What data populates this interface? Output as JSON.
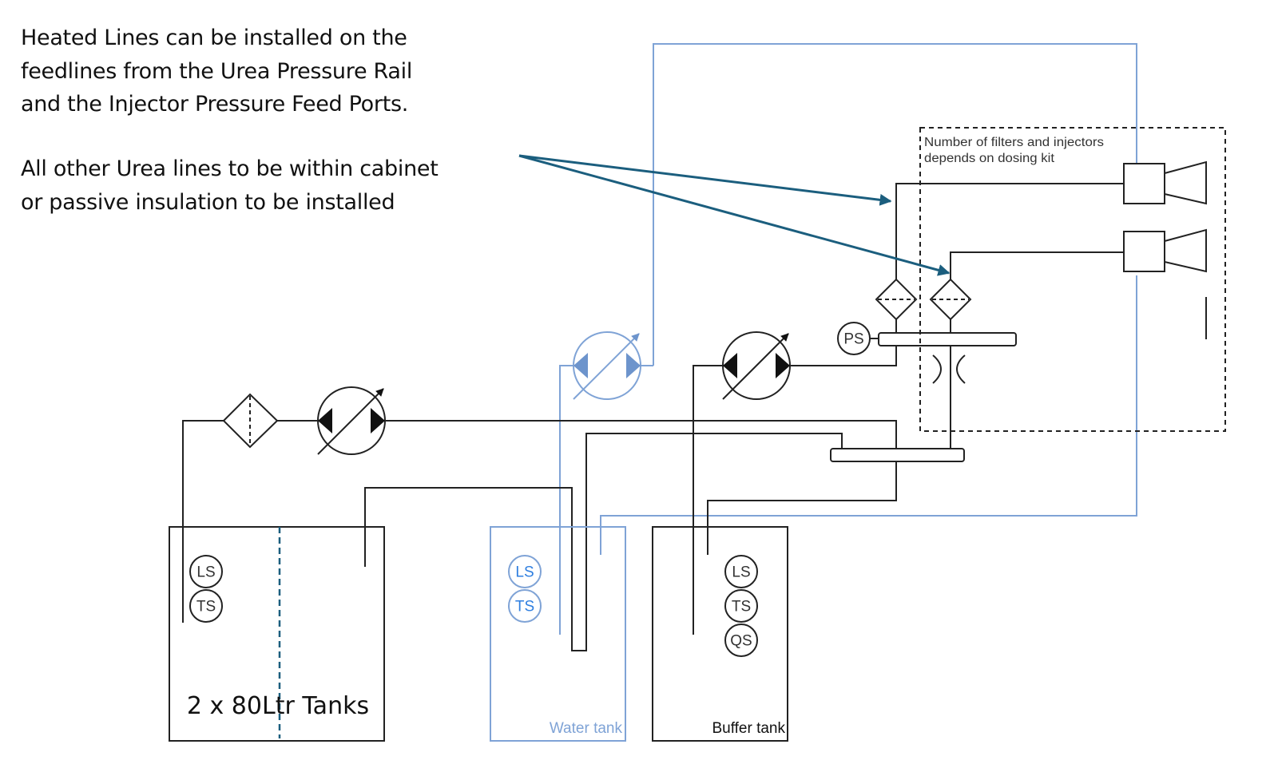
{
  "notes": {
    "heated_lines": [
      "Heated Lines can be installed on the",
      "feedlines from the Urea Pressure Rail",
      "and the Injector Pressure Feed Ports."
    ],
    "insulation": [
      "All other Urea lines to be within cabinet",
      "or passive insulation to be installed"
    ]
  },
  "dosing_kit": {
    "note_line1": "Number of filters and injectors",
    "note_line2": "depends on dosing kit"
  },
  "sensors": {
    "pressure": "PS",
    "level": "LS",
    "temperature": "TS",
    "quality": "QS"
  },
  "tanks": {
    "urea": "2 x 80Ltr Tanks",
    "water": "Water tank",
    "buffer": "Buffer tank"
  },
  "colors": {
    "urea_line": "#222222",
    "water_line": "#7fa3d6",
    "annotation_arrow": "#1b5e7e",
    "water_sensor_text": "#2f7fe0"
  }
}
